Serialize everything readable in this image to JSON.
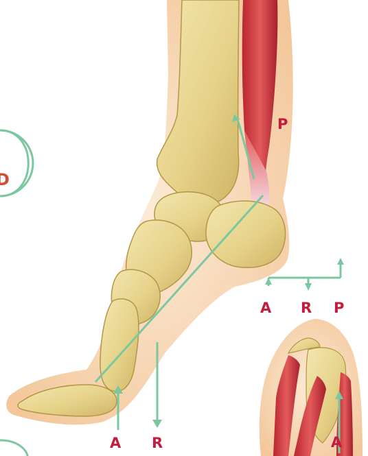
{
  "labels": {
    "circle_top": "D",
    "p_upper": "P",
    "a_lower": "A",
    "r_lower": "R",
    "a_right": "A",
    "r_right": "R",
    "p_right": "P",
    "a_inset": "A"
  },
  "colors": {
    "label_red": "#c21d3f",
    "guide_green": "#7bc8a0",
    "bone_yellow": "#e7d591",
    "skin_peach": "#f8dec5",
    "muscle_red": "#d64a4b"
  }
}
